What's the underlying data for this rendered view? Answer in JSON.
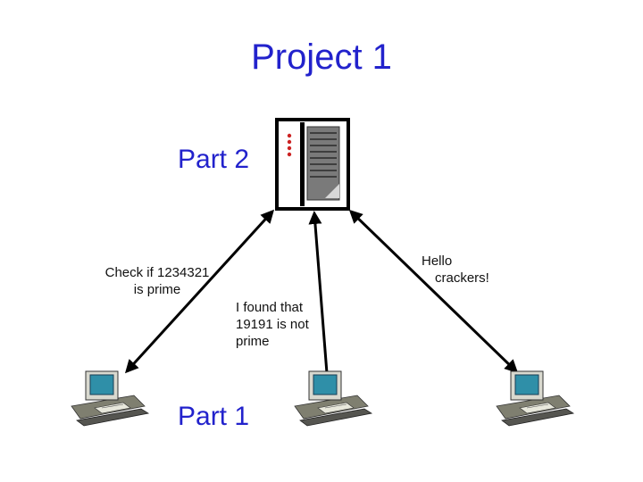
{
  "title": "Project 1",
  "labels": {
    "part2": "Part 2",
    "part1": "Part 1",
    "left_message": [
      "Check if 1234321",
      "is prime"
    ],
    "middle_message": [
      "I found that",
      "19191 is not",
      "prime"
    ],
    "right_message": [
      "Hello",
      "crackers!"
    ]
  },
  "icons": {
    "server": "server-tower-icon",
    "computer": "desktop-computer-icon"
  },
  "colors": {
    "heading": "#2222cc",
    "text": "#111111",
    "arrow": "#000000",
    "server_body": "#ffffff",
    "server_rack": "#7a7a7a",
    "screen": "#2f8fa8",
    "desk": "#7f7f70"
  }
}
